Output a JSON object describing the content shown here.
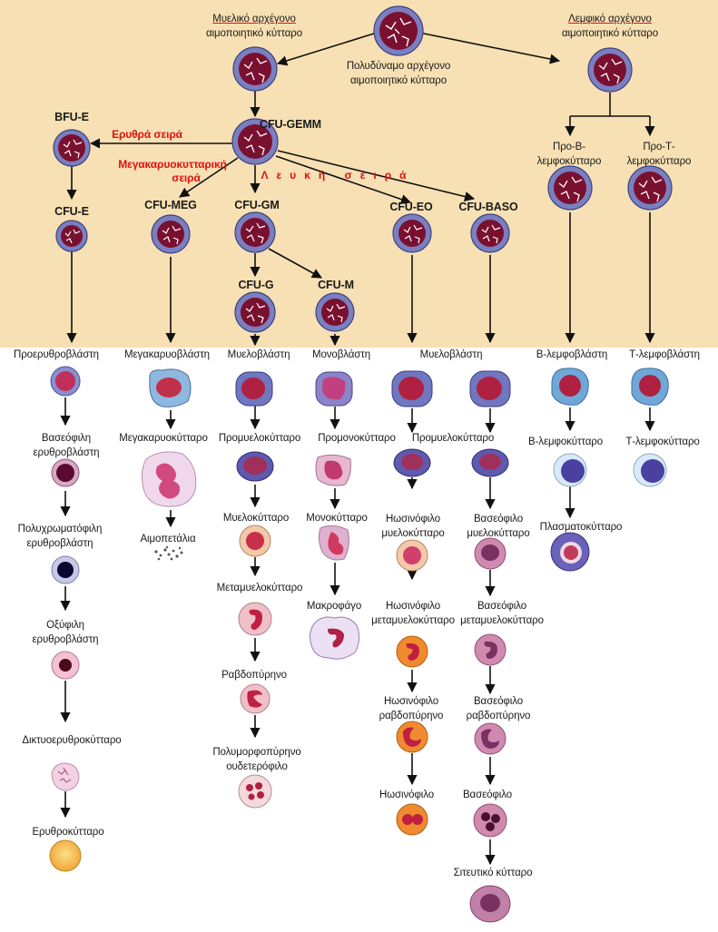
{
  "colors": {
    "top_background": "#f7e0b3",
    "stem_ring": "#7a7fc0",
    "stem_nucleus": "#7a1030",
    "red_label": "#e01010",
    "arrow": "#111111"
  },
  "labels": {
    "myeloid_stem_1": "Μυελικό αρχέγονο",
    "myeloid_stem_2": "αιμοποιητικό κύτταρο",
    "lymphoid_stem_1": "Λεμφικό αρχέγονο",
    "lymphoid_stem_2": "αιμοποιητικό κύτταρο",
    "pluripotent_1": "Πολυδύναμο αρχέγονο",
    "pluripotent_2": "αιμοποιητικό κύτταρο",
    "bfu_e": "BFU-E",
    "cfu_gemm": "CFU-GEMM",
    "red_series": "Ερυθρά σειρά",
    "megakaryo_series_1": "Μεγακαρυοκυτταρική",
    "megakaryo_series_2": "σειρά",
    "white_series": "Λευκή σειρά",
    "pre_b_1": "Προ-Β-",
    "pre_b_2": "λεμφοκύτταρο",
    "pre_t_1": "Προ-Τ-",
    "pre_t_2": "λεμφοκύτταρο",
    "cfu_e": "CFU-E",
    "cfu_meg": "CFU-MEG",
    "cfu_gm": "CFU-GM",
    "cfu_eo": "CFU-EO",
    "cfu_baso": "CFU-BASO",
    "cfu_g": "CFU-G",
    "cfu_m": "CFU-M",
    "proerythroblast": "Προερυθροβλάστη",
    "megakaryoblast": "Μεγακαρυοβλάστη",
    "myeloblast": "Μυελοβλάστη",
    "monoblast": "Μονοβλάστη",
    "myeloblast_2": "Μυελοβλάστη",
    "b_lymphoblast": "Β-λεμφοβλάστη",
    "t_lymphoblast": "Τ-λεμφοβλάστη",
    "basophilic_erythroblast_1": "Βασεόφιλη",
    "basophilic_erythroblast_2": "ερυθροβλάστη",
    "megakaryocyte": "Μεγακαρυοκύτταρο",
    "promyelocyte": "Προμυελοκύτταρο",
    "promonocyte": "Προμονοκύτταρο",
    "promyelocyte_2": "Προμυελοκύτταρο",
    "b_lymphocyte": "Β-λεμφοκύτταρο",
    "t_lymphocyte": "Τ-λεμφοκύτταρο",
    "polychromatophilic_1": "Πολυχρωματόφιλη",
    "polychromatophilic_2": "ερυθροβλάστη",
    "platelets": "Αιμοπετάλια",
    "myelocyte": "Μυελοκύτταρο",
    "monocyte": "Μονοκύτταρο",
    "eos_myelocyte_1": "Ηωσινόφιλο",
    "eos_myelocyte_2": "μυελοκύτταρο",
    "baso_myelocyte_1": "Βασεόφιλο",
    "baso_myelocyte_2": "μυελοκύτταρο",
    "plasma_cell": "Πλασματοκύτταρο",
    "orthochromatic_1": "Οξύφιλη",
    "orthochromatic_2": "ερυθροβλάστη",
    "metamyelocyte": "Μεταμυελοκύτταρο",
    "macrophage": "Μακροφάγο",
    "eos_metamyelocyte_1": "Ηωσινόφιλο",
    "eos_metamyelocyte_2": "μεταμυελοκύτταρο",
    "baso_metamyelocyte_1": "Βασεόφιλο",
    "baso_metamyelocyte_2": "μεταμυελοκύτταρο",
    "band": "Ραβδοπύρηνο",
    "eos_band_1": "Ηωσινόφιλο",
    "eos_band_2": "ραβδοπύρηνο",
    "baso_band_1": "Βασεόφιλο",
    "baso_band_2": "ραβδοπύρηνο",
    "reticulocyte": "Δικτυοερυθροκύτταρο",
    "neutrophil_1": "Πολυμορφοπύρηνο",
    "neutrophil_2": "ουδετερόφιλο",
    "eosinophil": "Ηωσινόφιλο",
    "basophil": "Βασεόφιλο",
    "erythrocyte": "Ερυθροκύτταρο",
    "mast_cell": "Σιτευτικό κύτταρο"
  }
}
